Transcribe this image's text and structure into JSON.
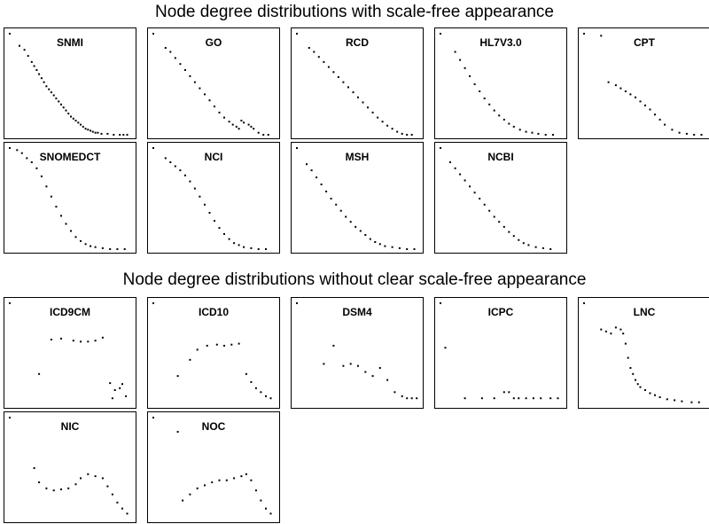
{
  "sections": {
    "scale_free": {
      "title": "Node degree distributions with scale-free appearance"
    },
    "non_scale_free": {
      "title": "Node degree distributions without clear scale-free appearance"
    }
  },
  "chart_data": [
    {
      "type": "scatter",
      "title": "SNMI",
      "group": "scale_free",
      "x": [
        0,
        0.08,
        0.12,
        0.15,
        0.18,
        0.2,
        0.22,
        0.24,
        0.26,
        0.28,
        0.3,
        0.32,
        0.34,
        0.36,
        0.38,
        0.4,
        0.42,
        0.44,
        0.46,
        0.48,
        0.5,
        0.52,
        0.54,
        0.56,
        0.58,
        0.6,
        0.62,
        0.64,
        0.66,
        0.68,
        0.7,
        0.72,
        0.75,
        0.8,
        0.85,
        0.9,
        0.93,
        0.96
      ],
      "y": [
        1,
        0.88,
        0.84,
        0.78,
        0.72,
        0.68,
        0.64,
        0.6,
        0.56,
        0.52,
        0.48,
        0.45,
        0.42,
        0.39,
        0.36,
        0.33,
        0.3,
        0.27,
        0.24,
        0.21,
        0.18,
        0.16,
        0.14,
        0.12,
        0.1,
        0.08,
        0.06,
        0.05,
        0.04,
        0.03,
        0.02,
        0.02,
        0.01,
        0.01,
        0,
        0,
        0,
        0
      ]
    },
    {
      "type": "scatter",
      "title": "GO",
      "group": "scale_free",
      "x": [
        0,
        0.1,
        0.14,
        0.18,
        0.22,
        0.26,
        0.3,
        0.34,
        0.38,
        0.42,
        0.46,
        0.5,
        0.54,
        0.58,
        0.62,
        0.65,
        0.68,
        0.7,
        0.72,
        0.74,
        0.78,
        0.8,
        0.82,
        0.86,
        0.9,
        0.94
      ],
      "y": [
        1,
        0.86,
        0.82,
        0.76,
        0.7,
        0.64,
        0.58,
        0.52,
        0.46,
        0.4,
        0.34,
        0.28,
        0.22,
        0.17,
        0.13,
        0.1,
        0.08,
        0.06,
        0.14,
        0.12,
        0.1,
        0.08,
        0.06,
        0.02,
        0,
        0
      ]
    },
    {
      "type": "scatter",
      "title": "RCD",
      "group": "scale_free",
      "x": [
        0,
        0.1,
        0.14,
        0.18,
        0.22,
        0.26,
        0.3,
        0.34,
        0.38,
        0.42,
        0.46,
        0.5,
        0.54,
        0.58,
        0.62,
        0.66,
        0.7,
        0.74,
        0.78,
        0.82,
        0.86,
        0.9,
        0.94
      ],
      "y": [
        1,
        0.86,
        0.82,
        0.77,
        0.72,
        0.67,
        0.62,
        0.57,
        0.52,
        0.47,
        0.42,
        0.37,
        0.32,
        0.27,
        0.22,
        0.17,
        0.13,
        0.09,
        0.06,
        0.03,
        0.01,
        0,
        0
      ]
    },
    {
      "type": "scatter",
      "title": "HL7V3.0",
      "group": "scale_free",
      "x": [
        0,
        0.12,
        0.16,
        0.2,
        0.24,
        0.28,
        0.32,
        0.36,
        0.4,
        0.44,
        0.48,
        0.52,
        0.56,
        0.6,
        0.65,
        0.7,
        0.75,
        0.8,
        0.86,
        0.92
      ],
      "y": [
        1,
        0.82,
        0.74,
        0.66,
        0.58,
        0.5,
        0.43,
        0.36,
        0.3,
        0.24,
        0.19,
        0.15,
        0.11,
        0.08,
        0.05,
        0.03,
        0.02,
        0.01,
        0,
        0
      ]
    },
    {
      "type": "scatter",
      "title": "CPT",
      "group": "scale_free",
      "x": [
        0,
        0.14,
        0.2,
        0.26,
        0.3,
        0.34,
        0.38,
        0.42,
        0.46,
        0.5,
        0.54,
        0.58,
        0.62,
        0.66,
        0.72,
        0.78,
        0.84,
        0.9,
        0.96
      ],
      "y": [
        1,
        0.98,
        0.52,
        0.49,
        0.46,
        0.43,
        0.4,
        0.37,
        0.33,
        0.29,
        0.25,
        0.2,
        0.15,
        0.1,
        0.05,
        0.02,
        0.01,
        0,
        0
      ]
    },
    {
      "type": "scatter",
      "title": "SNOMEDCT",
      "group": "scale_free",
      "x": [
        0,
        0.06,
        0.1,
        0.14,
        0.18,
        0.22,
        0.26,
        0.3,
        0.34,
        0.38,
        0.42,
        0.46,
        0.5,
        0.54,
        0.58,
        0.62,
        0.66,
        0.7,
        0.76,
        0.82,
        0.88,
        0.94
      ],
      "y": [
        1,
        0.98,
        0.95,
        0.9,
        0.86,
        0.8,
        0.72,
        0.62,
        0.52,
        0.42,
        0.33,
        0.25,
        0.18,
        0.12,
        0.08,
        0.05,
        0.03,
        0.02,
        0.01,
        0,
        0,
        0
      ]
    },
    {
      "type": "scatter",
      "title": "NCI",
      "group": "scale_free",
      "x": [
        0,
        0.1,
        0.14,
        0.18,
        0.22,
        0.26,
        0.3,
        0.34,
        0.38,
        0.42,
        0.46,
        0.5,
        0.54,
        0.58,
        0.62,
        0.66,
        0.7,
        0.74,
        0.8,
        0.86,
        0.92
      ],
      "y": [
        1,
        0.9,
        0.86,
        0.82,
        0.78,
        0.73,
        0.67,
        0.6,
        0.52,
        0.44,
        0.36,
        0.28,
        0.21,
        0.15,
        0.1,
        0.06,
        0.04,
        0.02,
        0.01,
        0,
        0
      ]
    },
    {
      "type": "scatter",
      "title": "MSH",
      "group": "scale_free",
      "x": [
        0,
        0.08,
        0.12,
        0.16,
        0.2,
        0.24,
        0.28,
        0.32,
        0.36,
        0.4,
        0.44,
        0.48,
        0.52,
        0.56,
        0.6,
        0.64,
        0.68,
        0.72,
        0.78,
        0.84,
        0.9,
        0.96
      ],
      "y": [
        1,
        0.84,
        0.78,
        0.71,
        0.64,
        0.57,
        0.5,
        0.44,
        0.38,
        0.32,
        0.27,
        0.22,
        0.18,
        0.14,
        0.1,
        0.07,
        0.05,
        0.03,
        0.02,
        0.01,
        0,
        0
      ]
    },
    {
      "type": "scatter",
      "title": "NCBI",
      "group": "scale_free",
      "x": [
        0,
        0.08,
        0.12,
        0.16,
        0.2,
        0.24,
        0.28,
        0.32,
        0.36,
        0.4,
        0.44,
        0.48,
        0.52,
        0.56,
        0.6,
        0.64,
        0.68,
        0.72,
        0.78,
        0.84,
        0.9
      ],
      "y": [
        1,
        0.86,
        0.8,
        0.74,
        0.68,
        0.62,
        0.56,
        0.5,
        0.44,
        0.38,
        0.32,
        0.27,
        0.22,
        0.17,
        0.13,
        0.09,
        0.06,
        0.04,
        0.02,
        0.01,
        0
      ]
    },
    {
      "type": "scatter",
      "title": "ICD9CM",
      "group": "non_scale_free",
      "x": [
        0,
        0.24,
        0.34,
        0.42,
        0.52,
        0.58,
        0.64,
        0.7,
        0.76,
        0.82,
        0.86,
        0.92,
        0.9,
        0.95,
        0.84
      ],
      "y": [
        1,
        0.3,
        0.64,
        0.65,
        0.63,
        0.62,
        0.62,
        0.63,
        0.66,
        0.21,
        0.14,
        0.2,
        0.16,
        0.08,
        0.06
      ]
    },
    {
      "type": "scatter",
      "title": "ICD10",
      "group": "non_scale_free",
      "x": [
        0,
        0.2,
        0.3,
        0.36,
        0.44,
        0.52,
        0.58,
        0.64,
        0.7,
        0.76,
        0.8,
        0.84,
        0.88,
        0.92,
        0.96
      ],
      "y": [
        1,
        0.28,
        0.44,
        0.54,
        0.58,
        0.59,
        0.58,
        0.59,
        0.6,
        0.3,
        0.22,
        0.16,
        0.12,
        0.08,
        0.06
      ]
    },
    {
      "type": "scatter",
      "title": "DSM4",
      "group": "non_scale_free",
      "x": [
        0,
        0.22,
        0.3,
        0.38,
        0.44,
        0.5,
        0.56,
        0.62,
        0.68,
        0.74,
        0.8,
        0.86,
        0.9,
        0.94,
        0.98
      ],
      "y": [
        1,
        0.4,
        0.58,
        0.38,
        0.4,
        0.38,
        0.32,
        0.28,
        0.36,
        0.24,
        0.12,
        0.08,
        0.06,
        0.06,
        0.06
      ]
    },
    {
      "type": "scatter",
      "title": "ICPC",
      "group": "non_scale_free",
      "x": [
        0,
        0.04,
        0.2,
        0.34,
        0.44,
        0.52,
        0.56,
        0.6,
        0.64,
        0.7,
        0.76,
        0.82,
        0.9,
        0.96
      ],
      "y": [
        1,
        0.56,
        0.06,
        0.06,
        0.06,
        0.12,
        0.12,
        0.06,
        0.06,
        0.06,
        0.06,
        0.06,
        0.06,
        0.06
      ]
    },
    {
      "type": "scatter",
      "title": "LNC",
      "group": "non_scale_free",
      "x": [
        0,
        0.14,
        0.18,
        0.22,
        0.26,
        0.3,
        0.32,
        0.34,
        0.36,
        0.38,
        0.4,
        0.42,
        0.44,
        0.46,
        0.5,
        0.54,
        0.58,
        0.62,
        0.68,
        0.74,
        0.8,
        0.88,
        0.94
      ],
      "y": [
        1,
        0.74,
        0.72,
        0.7,
        0.76,
        0.74,
        0.7,
        0.6,
        0.46,
        0.36,
        0.3,
        0.24,
        0.2,
        0.17,
        0.14,
        0.11,
        0.09,
        0.07,
        0.05,
        0.04,
        0.03,
        0.02,
        0.02
      ]
    },
    {
      "type": "scatter",
      "title": "NIC",
      "group": "non_scale_free",
      "x": [
        0,
        0.2,
        0.24,
        0.3,
        0.36,
        0.42,
        0.48,
        0.54,
        0.58,
        0.64,
        0.7,
        0.76,
        0.8,
        0.84,
        0.88,
        0.92,
        0.96
      ],
      "y": [
        1,
        0.5,
        0.36,
        0.3,
        0.28,
        0.29,
        0.3,
        0.34,
        0.4,
        0.44,
        0.42,
        0.4,
        0.32,
        0.24,
        0.16,
        0.1,
        0.05
      ]
    },
    {
      "type": "scatter",
      "title": "NOC",
      "group": "non_scale_free",
      "x": [
        0,
        0.2,
        0.24,
        0.3,
        0.36,
        0.42,
        0.48,
        0.54,
        0.6,
        0.66,
        0.72,
        0.76,
        0.8,
        0.84,
        0.88,
        0.92,
        0.96
      ],
      "y": [
        1,
        0.86,
        0.18,
        0.24,
        0.3,
        0.33,
        0.36,
        0.38,
        0.38,
        0.4,
        0.42,
        0.44,
        0.38,
        0.28,
        0.18,
        0.1,
        0.05
      ]
    }
  ]
}
